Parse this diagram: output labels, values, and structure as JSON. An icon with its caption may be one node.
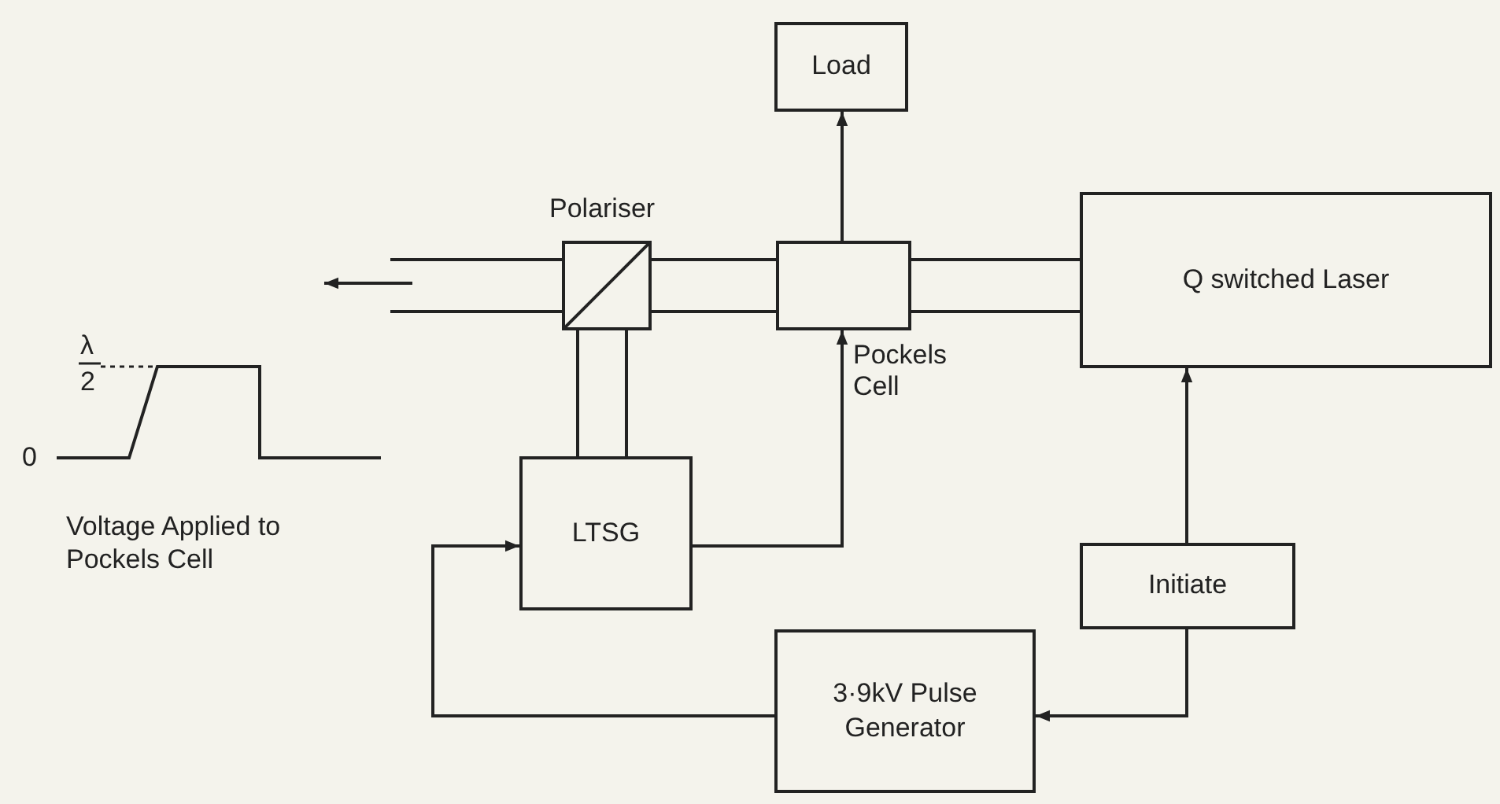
{
  "diagram": {
    "nodes": [
      {
        "text": [
          "Load"
        ]
      },
      {
        "text": [
          "Polariser"
        ]
      },
      {
        "text": [
          "Pockels Cell"
        ]
      },
      {
        "text": [
          "Q switched Laser"
        ]
      },
      {
        "text": [
          "LTSG"
        ]
      },
      {
        "text": [
          "Initiate"
        ]
      },
      {
        "text": [
          "3·9kV Pulse Generator"
        ]
      }
    ],
    "edges": [
      {
        "from": 2,
        "to": 0,
        "arrow": "to"
      },
      {
        "from": 4,
        "to": 2,
        "arrow": "to"
      },
      {
        "from": 1,
        "to": 4,
        "arrow": "none"
      },
      {
        "from": 1,
        "to": 4,
        "arrow": "none"
      },
      {
        "from": 3,
        "to": 2,
        "arrow": "none"
      },
      {
        "from": 3,
        "to": 2,
        "arrow": "none"
      },
      {
        "from": 2,
        "to": 1,
        "arrow": "none"
      },
      {
        "from": 2,
        "to": 1,
        "arrow": "none"
      },
      {
        "from": 1,
        "to": null,
        "arrow": "none"
      },
      {
        "from": 1,
        "to": null,
        "arrow": "none"
      },
      {
        "from": 5,
        "to": 3,
        "arrow": "to"
      },
      {
        "from": 5,
        "to": 6,
        "arrow": "to"
      },
      {
        "from": 6,
        "to": 4,
        "arrow": "to"
      }
    ],
    "labels": [
      "λ",
      "2",
      "0",
      "Voltage Applied to Pockels Cell"
    ]
  }
}
